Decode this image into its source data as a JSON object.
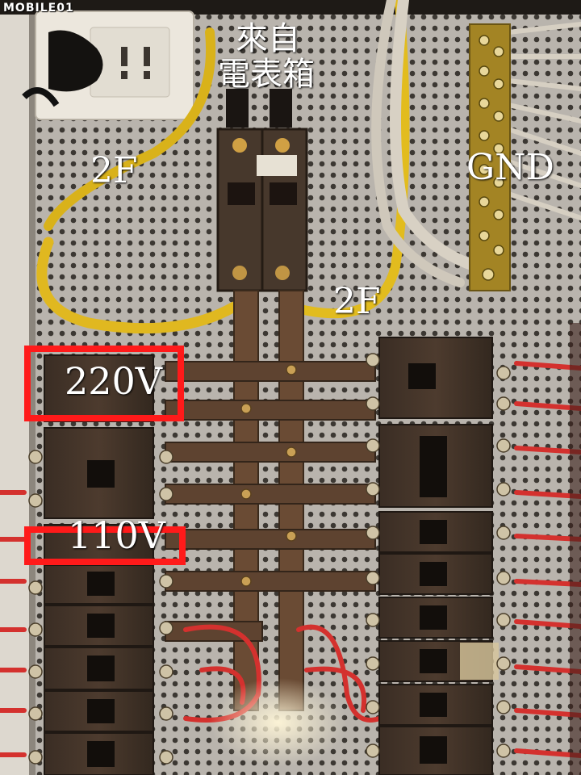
{
  "watermark": "MOBILE01",
  "annotations": {
    "source_line1": "來自",
    "source_line2": "電表箱",
    "wire_2f_left": "2F",
    "wire_2f_right": "2F",
    "ground": "GND",
    "voltage_220": "220V",
    "voltage_110": "110V"
  },
  "colors": {
    "highlight_box": "#ff1a1a",
    "label_text": "#ffffff"
  }
}
